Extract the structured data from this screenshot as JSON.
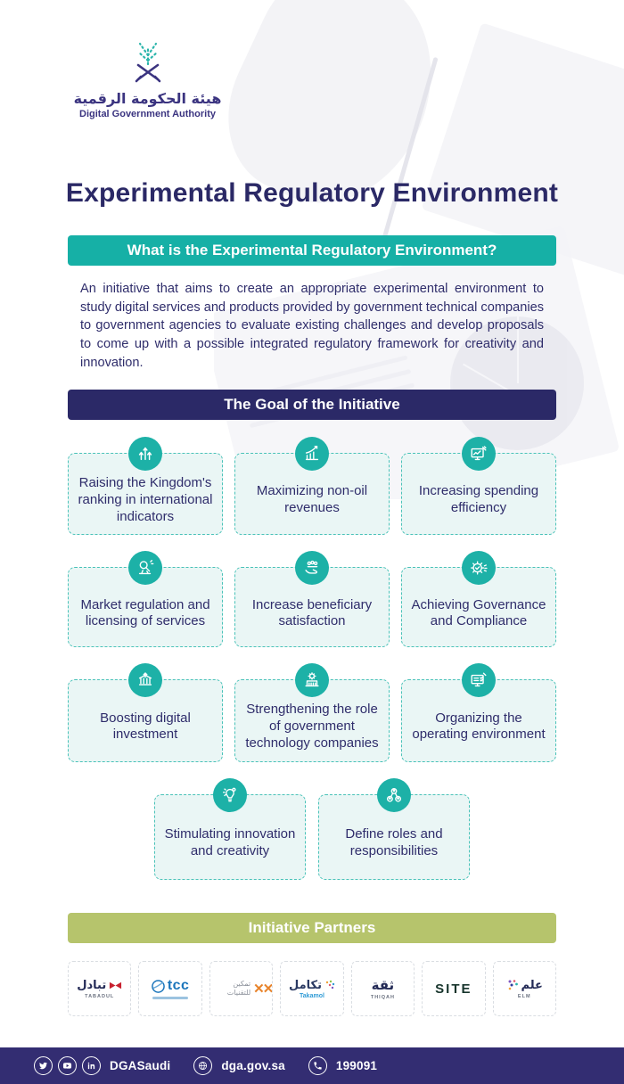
{
  "brand": {
    "name_ar": "هيئة الحكومة الرقمية",
    "name_en": "Digital Government Authority"
  },
  "title": "Experimental Regulatory Environment",
  "what_section": {
    "heading": "What is the Experimental Regulatory Environment?",
    "body": "An initiative that aims to create an appropriate experimental environment to study digital services and products provided by government technical companies to government agencies to evaluate existing challenges and develop proposals to come up with a possible integrated regulatory framework for creativity and innovation."
  },
  "goals_section": {
    "heading": "The Goal of the Initiative",
    "items": [
      {
        "label": "Raising the Kingdom's ranking in international indicators",
        "icon": "ranking-arrows"
      },
      {
        "label": "Maximizing non-oil revenues",
        "icon": "growth-chart"
      },
      {
        "label": "Increasing spending efficiency",
        "icon": "spending-monitor"
      },
      {
        "label": "Market regulation and licensing of services",
        "icon": "market-magnifier"
      },
      {
        "label": "Increase beneficiary satisfaction",
        "icon": "beneficiary-hand"
      },
      {
        "label": "Achieving Governance and Compliance",
        "icon": "governance-gear"
      },
      {
        "label": "Boosting digital investment",
        "icon": "investment-building"
      },
      {
        "label": "Strengthening the role of government technology companies",
        "icon": "govtech-building"
      },
      {
        "label": "Organizing the operating environment",
        "icon": "operating-monitor"
      },
      {
        "label": "Stimulating innovation and creativity",
        "icon": "innovation-bulb"
      },
      {
        "label": "Define roles and responsibilities",
        "icon": "roles-orgchart"
      }
    ]
  },
  "partners_section": {
    "heading": "Initiative Partners",
    "items": [
      {
        "name_ar": "تبادل",
        "name_en": "TABADUL"
      },
      {
        "name_en": "tcc",
        "name_ar": ""
      },
      {
        "name_ar": "تمكين للتقنيات",
        "name_en": ""
      },
      {
        "name_ar": "تكامل",
        "name_en": "Takamol"
      },
      {
        "name_ar": "ثقة",
        "name_en": "THIQAH"
      },
      {
        "name_en": "SITE",
        "name_ar": ""
      },
      {
        "name_ar": "علم",
        "name_en": "ELM"
      }
    ]
  },
  "footer": {
    "handle": "DGASaudi",
    "website": "dga.gov.sa",
    "phone": "199091"
  },
  "colors": {
    "teal": "#16b0a6",
    "navy": "#2b2967",
    "olive": "#b6c46c",
    "footer_navy": "#332d72",
    "card_bg": "#eaf6f5",
    "card_border": "#49c2b8"
  }
}
